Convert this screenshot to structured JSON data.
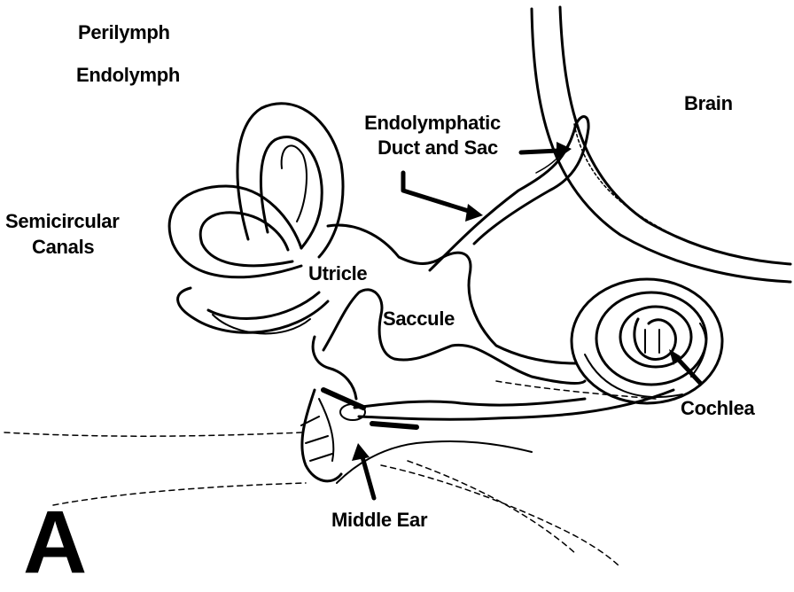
{
  "legend": {
    "perilymph": "Perilymph",
    "endolymph": "Endolymph"
  },
  "labels": {
    "brain": "Brain",
    "endolymphatic_line1": "Endolymphatic",
    "endolymphatic_line2": "Duct and Sac",
    "semicircular_line1": "Semicircular",
    "semicircular_line2": "Canals",
    "utricle": "Utricle",
    "saccule": "Saccule",
    "cochlea": "Cochlea",
    "middle_ear": "Middle Ear"
  },
  "panel_letter": "A",
  "colors": {
    "ink": "#000000",
    "background": "#ffffff"
  }
}
